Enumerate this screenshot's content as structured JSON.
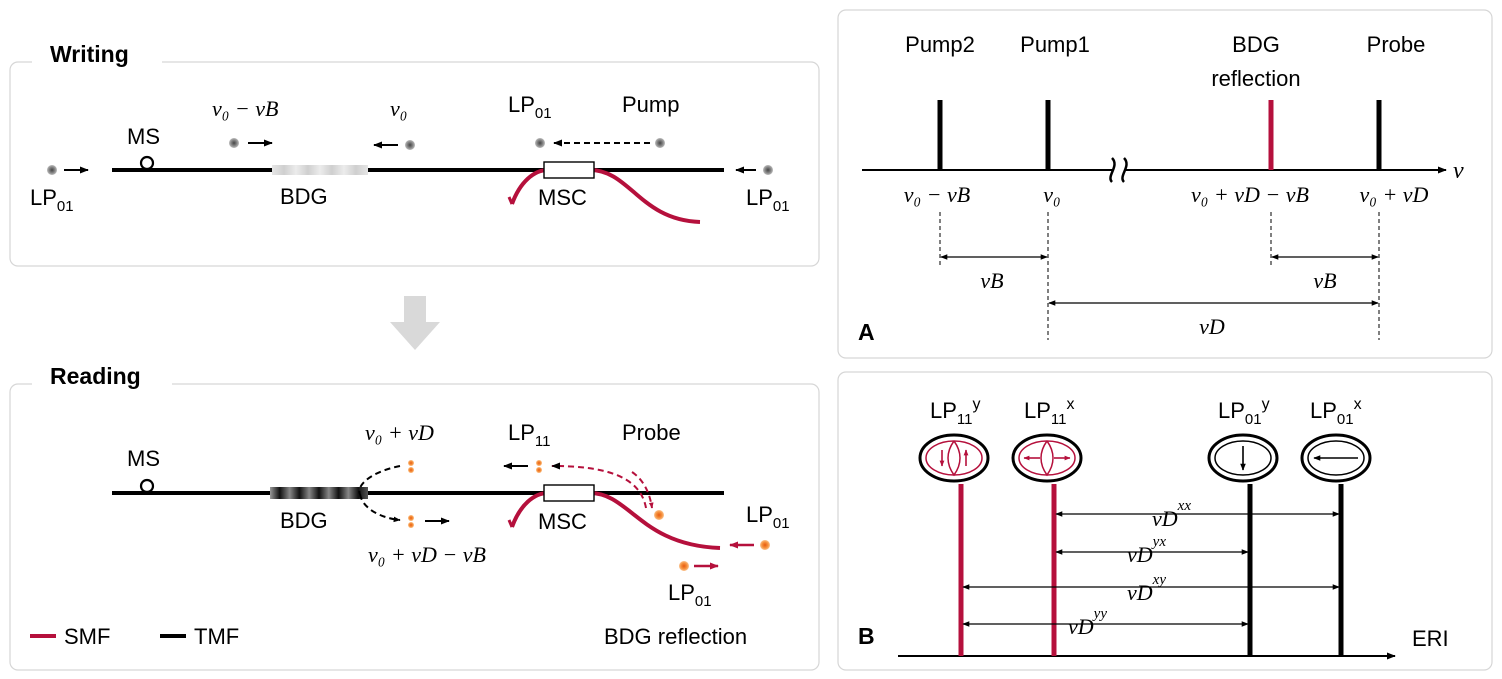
{
  "colors": {
    "smf": "#b5103c",
    "tmf": "#000000",
    "panel_border": "#d6d6d6",
    "grey_dot": "#808080",
    "orange_dot": "#f07b2a",
    "arrow_down": "#d9d9d9"
  },
  "writing": {
    "title": "Writing",
    "ms": "MS",
    "bdg": "BDG",
    "msc": "MSC",
    "pump": "Pump",
    "lp01_left": "LP",
    "lp01_left_sub": "01",
    "lp01_right": "LP",
    "lp01_right_sub": "01",
    "lp01_top": "LP",
    "lp01_top_sub": "01",
    "nu0_minus_nuB": "ν₀ − νB",
    "nu0": "ν₀"
  },
  "reading": {
    "title": "Reading",
    "ms": "MS",
    "bdg": "BDG",
    "msc": "MSC",
    "probe": "Probe",
    "lp11": "LP",
    "lp11_sub": "11",
    "lp01_right": "LP",
    "lp01_right_sub": "01",
    "lp01_bottom": "LP",
    "lp01_bottom_sub": "01",
    "nu0_plus_nuD": "ν₀ + νD",
    "nu0_plus_nuD_minus_nuB": "ν₀ + νD − νB",
    "legend_smf": "SMF",
    "legend_tmf": "TMF",
    "bdg_reflection": "BDG reflection"
  },
  "panelA": {
    "label": "A",
    "lines": [
      {
        "name": "Pump2",
        "tick": "ν₀ − νB",
        "color": "tmf"
      },
      {
        "name": "Pump1",
        "tick": "ν₀",
        "color": "tmf"
      },
      {
        "name": "BDG reflection",
        "tick": "ν₀ + νD − νB",
        "color": "smf"
      },
      {
        "name": "Probe",
        "tick": "ν₀ + νD",
        "color": "tmf"
      }
    ],
    "bdg_line1": "BDG",
    "bdg_line2": "reflection",
    "axis_label": "ν",
    "span_nuB_left": "νB",
    "span_nuB_right": "νB",
    "span_nuD": "νD"
  },
  "panelB": {
    "label": "B",
    "modes": [
      {
        "name": "LP",
        "sub": "11",
        "sup": "y",
        "color": "smf"
      },
      {
        "name": "LP",
        "sub": "11",
        "sup": "x",
        "color": "smf"
      },
      {
        "name": "LP",
        "sub": "01",
        "sup": "y",
        "color": "tmf"
      },
      {
        "name": "LP",
        "sub": "01",
        "sup": "x",
        "color": "tmf"
      }
    ],
    "spans": [
      {
        "base": "νD",
        "sup": "xx"
      },
      {
        "base": "νD",
        "sup": "yx"
      },
      {
        "base": "νD",
        "sup": "xy"
      },
      {
        "base": "νD",
        "sup": "yy"
      }
    ],
    "axis_label": "ERI"
  }
}
